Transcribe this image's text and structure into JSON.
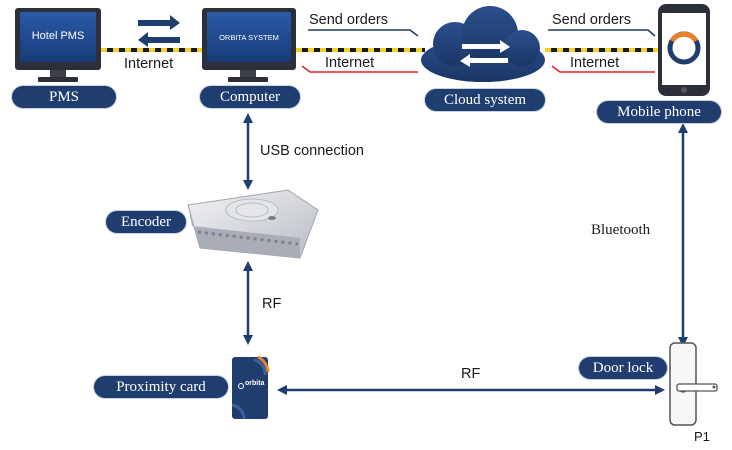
{
  "nodes": {
    "pms": {
      "label": "PMS",
      "screen_text": "Hotel PMS"
    },
    "computer": {
      "label": "Computer",
      "screen_text": "ORBITA SYSTEM"
    },
    "cloud": {
      "label": "Cloud system"
    },
    "mobile": {
      "label": "Mobile phone"
    },
    "encoder": {
      "label": "Encoder"
    },
    "card": {
      "label": "Proximity card",
      "brand": "orbita"
    },
    "door_lock": {
      "label": "Door lock"
    }
  },
  "links": {
    "pms_computer": "Internet",
    "computer_cloud_send": "Send orders",
    "computer_cloud_internet": "Internet",
    "cloud_mobile_send": "Send orders",
    "cloud_mobile_internet": "Internet",
    "computer_encoder": "USB connection",
    "encoder_card": "RF",
    "mobile_lock": "Bluetooth",
    "card_lock": "RF"
  },
  "figure_label": "P1",
  "colors": {
    "navy": "#1f3d6e",
    "send_arrow": "#1f3d6e",
    "internet_arrow": "#d9262a",
    "cable_yellow": "#f2d21c",
    "cable_black": "#1a1a1a",
    "orange_accent": "#e8822a"
  }
}
